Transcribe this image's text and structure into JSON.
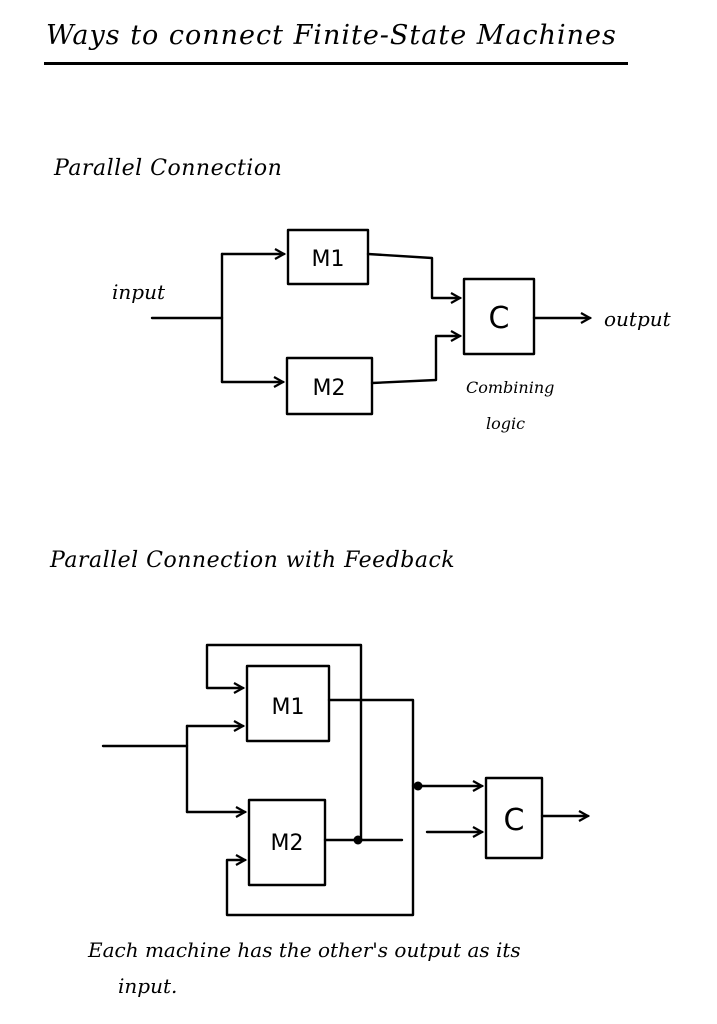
{
  "title": "Ways to connect Finite-State Machines",
  "parallel": {
    "heading": "Parallel Connection",
    "input_label": "input",
    "m1_label": "M1",
    "m2_label": "M2",
    "c_label": "C",
    "output_label": "output",
    "combiner_caption_line1": "Combining",
    "combiner_caption_line2": "logic"
  },
  "feedback": {
    "heading": "Parallel Connection with Feedback",
    "m1_label": "M1",
    "m2_label": "M2",
    "c_label": "C",
    "caption_line1": "Each machine has the other's output as its",
    "caption_line2": "input."
  }
}
